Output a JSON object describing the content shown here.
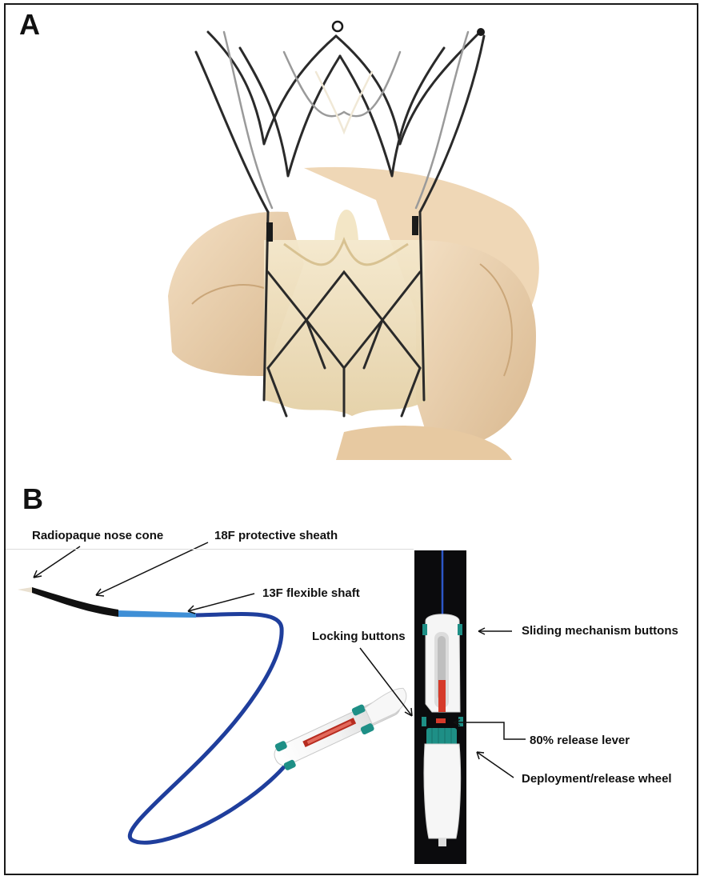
{
  "panels": {
    "a": {
      "letter": "A"
    },
    "b": {
      "letter": "B"
    }
  },
  "labels": {
    "nose_cone": "Radiopaque nose cone",
    "protective_sheath": "18F protective sheath",
    "flexible_shaft": "13F flexible shaft",
    "locking_buttons": "Locking buttons",
    "sliding_buttons": "Sliding mechanism buttons",
    "release_lever": "80% release lever",
    "release_wheel": "Deployment/release wheel"
  },
  "colors": {
    "frame": "#1a1a1a",
    "skin": "#e6c9a3",
    "tissue": "#efe1bf",
    "wire": "#2a2a2a",
    "shaft": "#1f3e9c",
    "sheath": "#111111",
    "teal": "#1e8f86",
    "red": "#d63a2a",
    "dark_bg": "#0b0b0d"
  }
}
